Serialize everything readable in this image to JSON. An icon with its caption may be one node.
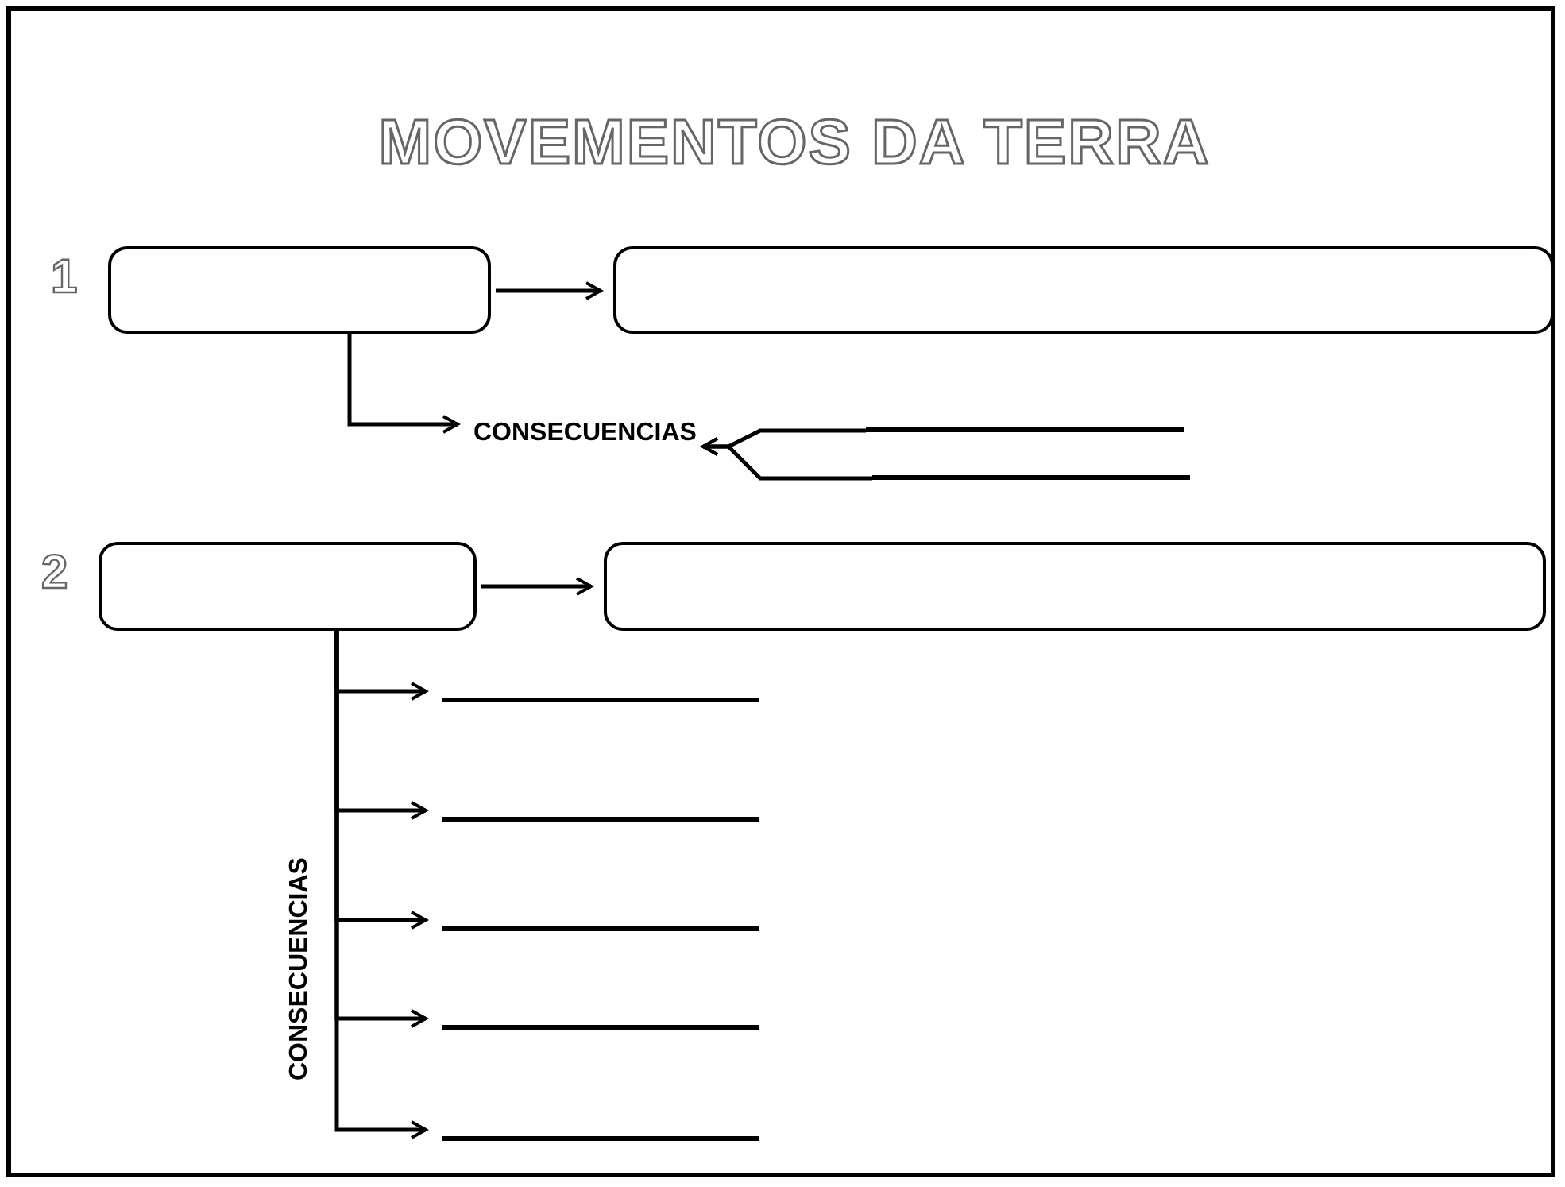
{
  "diagram": {
    "title": "MOVEMENTOS DA TERRA",
    "nodes": [
      {
        "text": [],
        "shape": "box",
        "beside": [
          "1"
        ]
      },
      {
        "text": [],
        "shape": "box"
      },
      {
        "text": [
          "CONSECUENCIAS"
        ]
      },
      {
        "text": [],
        "shape": "line"
      },
      {
        "text": [],
        "shape": "line"
      },
      {
        "text": [],
        "shape": "box",
        "beside": [
          "2"
        ]
      },
      {
        "text": [],
        "shape": "box"
      },
      {
        "text": [],
        "shape": "line"
      },
      {
        "text": [],
        "shape": "line"
      },
      {
        "text": [],
        "shape": "line"
      },
      {
        "text": [],
        "shape": "line"
      },
      {
        "text": [],
        "shape": "line"
      }
    ],
    "edges": [
      {
        "from": 0,
        "to": 1,
        "arrow": "to"
      },
      {
        "from": 0,
        "to": 2,
        "arrow": "to"
      },
      {
        "from": 3,
        "to": 2,
        "arrow": "to"
      },
      {
        "from": 4,
        "to": 2,
        "arrow": "to"
      },
      {
        "from": 5,
        "to": 6,
        "arrow": "to"
      },
      {
        "from": 5,
        "to": 7,
        "arrow": "to"
      },
      {
        "from": 5,
        "to": 8,
        "arrow": "to"
      },
      {
        "from": 5,
        "to": 9,
        "arrow": "to"
      },
      {
        "from": 5,
        "to": 10,
        "arrow": "to"
      },
      {
        "from": 5,
        "to": 11,
        "arrow": "to"
      }
    ],
    "labels": [
      "CONSECUENCIAS"
    ]
  }
}
